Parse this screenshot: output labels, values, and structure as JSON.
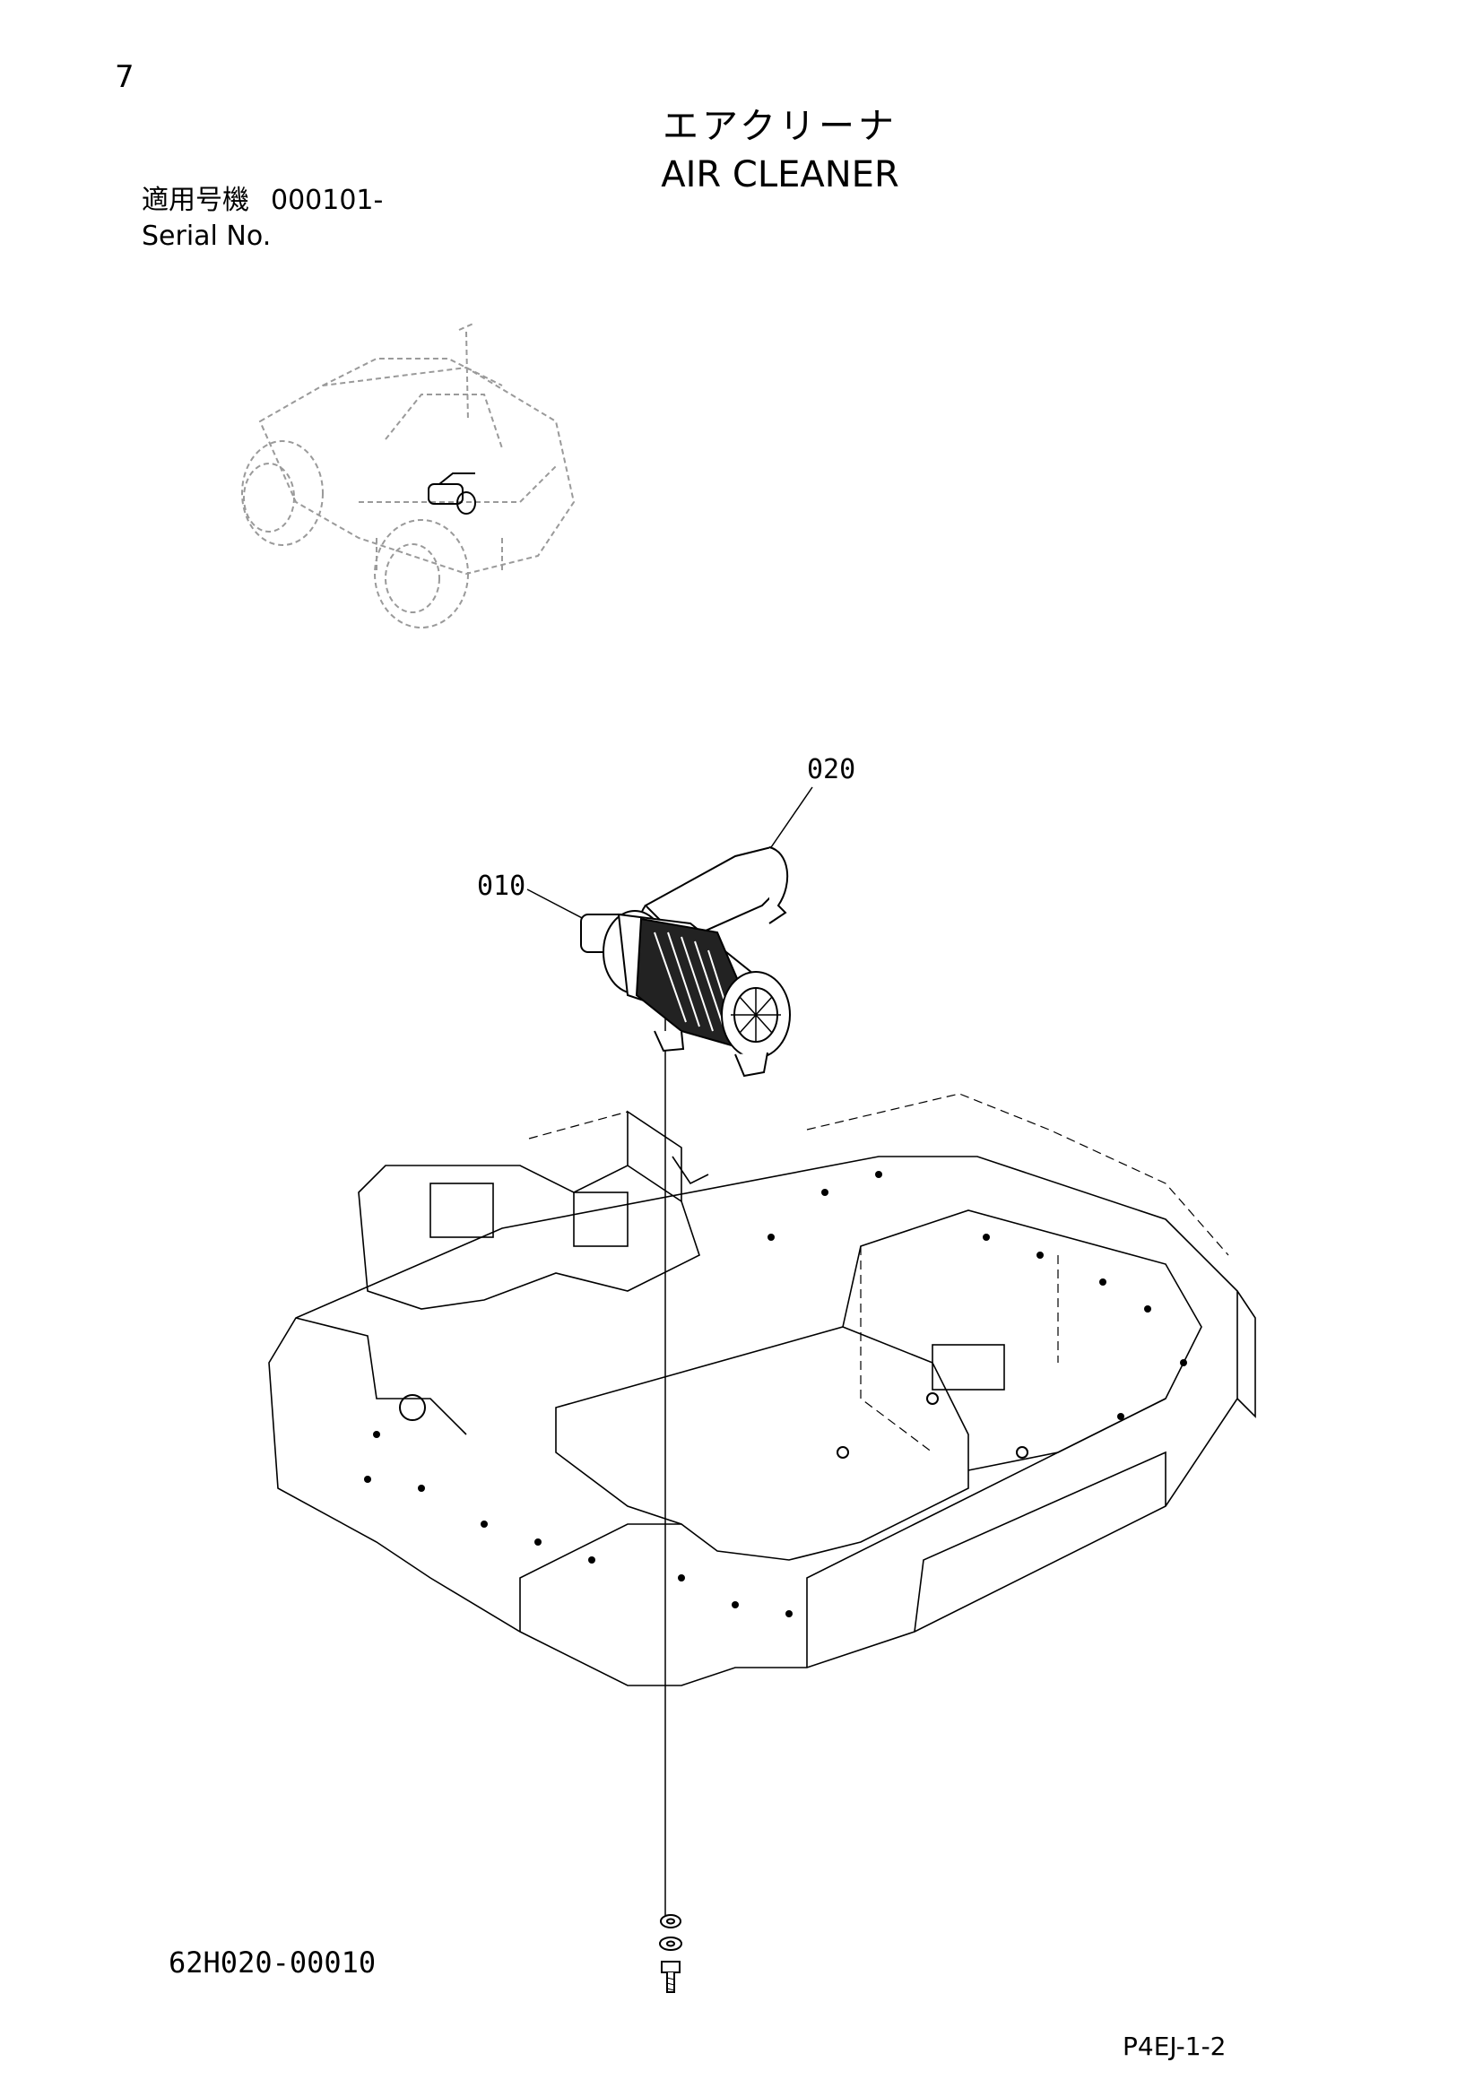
{
  "page": {
    "number": "7",
    "title_jp": "エアクリーナ",
    "title_en": "AIR CLEANER",
    "serial_label_jp": "適用号機",
    "serial_label_en": "Serial No.",
    "serial_value": "000101-",
    "drawing_code": "62H020-00010",
    "page_code": "P4EJ-1-2"
  },
  "callouts": {
    "part_010": "010",
    "part_020": "020"
  },
  "colors": {
    "ink": "#000000",
    "ghost": "#9a9a9a"
  }
}
